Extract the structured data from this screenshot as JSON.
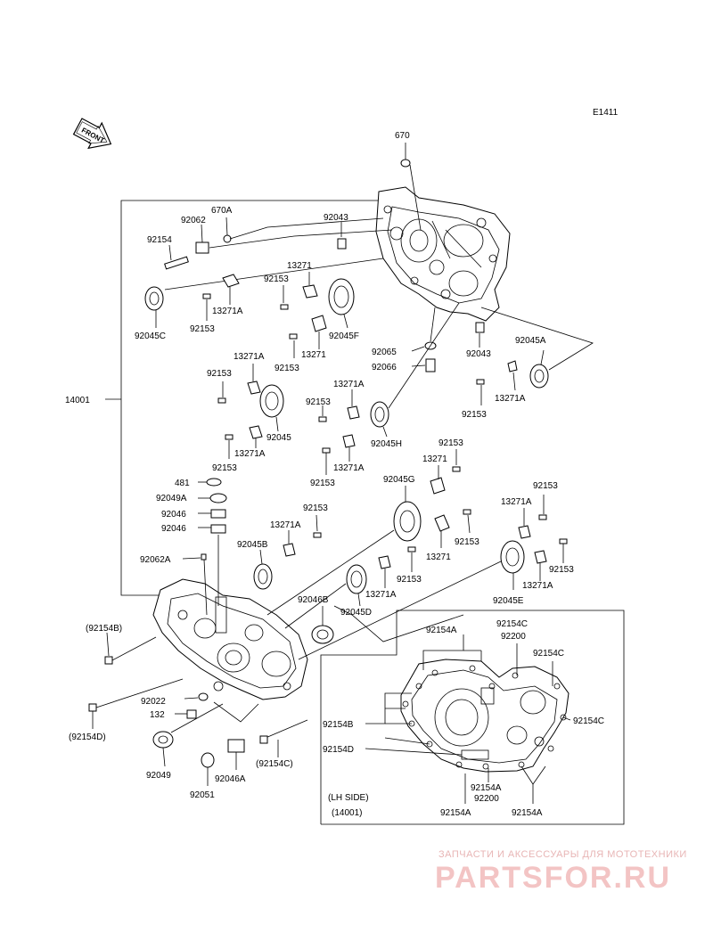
{
  "diagram_code": "E1411",
  "front_label": "FRONT",
  "watermark": {
    "line1": "ЗАПЧАСТИ И АКСЕССУАРЫ ДЛЯ МОТОТЕХНИКИ",
    "line2": "PARTSFOR.RU"
  },
  "inset": {
    "side_label": "(LH SIDE)",
    "assembly_label": "(14001)"
  },
  "labels": [
    {
      "id": "l670",
      "text": "670"
    },
    {
      "id": "l670a",
      "text": "670A"
    },
    {
      "id": "l92062",
      "text": "92062"
    },
    {
      "id": "l92154",
      "text": "92154"
    },
    {
      "id": "l92043a",
      "text": "92043"
    },
    {
      "id": "l13271a",
      "text": "13271"
    },
    {
      "id": "l92153a",
      "text": "92153"
    },
    {
      "id": "l13271A1",
      "text": "13271A"
    },
    {
      "id": "l92153b",
      "text": "92153"
    },
    {
      "id": "l92045C",
      "text": "92045C"
    },
    {
      "id": "l92045F",
      "text": "92045F"
    },
    {
      "id": "l92153c",
      "text": "92153"
    },
    {
      "id": "l13271b",
      "text": "13271"
    },
    {
      "id": "l92065",
      "text": "92065"
    },
    {
      "id": "l92066",
      "text": "92066"
    },
    {
      "id": "l92043b",
      "text": "92043"
    },
    {
      "id": "l92045A",
      "text": "92045A"
    },
    {
      "id": "l13271A2",
      "text": "13271A"
    },
    {
      "id": "l92153d",
      "text": "92153"
    },
    {
      "id": "l13271A3",
      "text": "13271A"
    },
    {
      "id": "l92153e",
      "text": "92153"
    },
    {
      "id": "l14001",
      "text": "14001"
    },
    {
      "id": "l92045",
      "text": "92045"
    },
    {
      "id": "l13271A4",
      "text": "13271A"
    },
    {
      "id": "l92153f",
      "text": "92153"
    },
    {
      "id": "l13271A5",
      "text": "13271A"
    },
    {
      "id": "l92153g",
      "text": "92153"
    },
    {
      "id": "l92045H",
      "text": "92045H"
    },
    {
      "id": "l13271A6",
      "text": "13271A"
    },
    {
      "id": "l92153h",
      "text": "92153"
    },
    {
      "id": "l92153i",
      "text": "92153"
    },
    {
      "id": "l13271c",
      "text": "13271"
    },
    {
      "id": "l481",
      "text": "481"
    },
    {
      "id": "l92049A",
      "text": "92049A"
    },
    {
      "id": "l92046a",
      "text": "92046"
    },
    {
      "id": "l92046b",
      "text": "92046"
    },
    {
      "id": "l92045G",
      "text": "92045G"
    },
    {
      "id": "l92153j",
      "text": "92153"
    },
    {
      "id": "l13271A7",
      "text": "13271A"
    },
    {
      "id": "l92153k",
      "text": "92153"
    },
    {
      "id": "l13271A8",
      "text": "13271A"
    },
    {
      "id": "l92045B",
      "text": "92045B"
    },
    {
      "id": "l92153l",
      "text": "92153"
    },
    {
      "id": "l13271d",
      "text": "13271"
    },
    {
      "id": "l92153m",
      "text": "92153"
    },
    {
      "id": "l92062A",
      "text": "92062A"
    },
    {
      "id": "l92153n",
      "text": "92153"
    },
    {
      "id": "l13271A9",
      "text": "13271A"
    },
    {
      "id": "l92045E",
      "text": "92045E"
    },
    {
      "id": "l92046B",
      "text": "92046B"
    },
    {
      "id": "l13271A10",
      "text": "13271A"
    },
    {
      "id": "l92045D",
      "text": "92045D"
    },
    {
      "id": "l92154B",
      "text": "(92154B)"
    },
    {
      "id": "l92154A1",
      "text": "92154A"
    },
    {
      "id": "l92154C1",
      "text": "92154C"
    },
    {
      "id": "l92200a",
      "text": "92200"
    },
    {
      "id": "l92154C2",
      "text": "92154C"
    },
    {
      "id": "l92022",
      "text": "92022"
    },
    {
      "id": "l132",
      "text": "132"
    },
    {
      "id": "l92154B2",
      "text": "92154B"
    },
    {
      "id": "l92154C3",
      "text": "92154C"
    },
    {
      "id": "l92154D2",
      "text": "92154D"
    },
    {
      "id": "l92154D",
      "text": "(92154D)"
    },
    {
      "id": "l92154Cb",
      "text": "(92154C)"
    },
    {
      "id": "l92049",
      "text": "92049"
    },
    {
      "id": "l92046A",
      "text": "92046A"
    },
    {
      "id": "l92051",
      "text": "92051"
    },
    {
      "id": "l92154A2",
      "text": "92154A"
    },
    {
      "id": "l92200b",
      "text": "92200"
    },
    {
      "id": "l92154A3",
      "text": "92154A"
    },
    {
      "id": "l92154A4",
      "text": "92154A"
    }
  ]
}
